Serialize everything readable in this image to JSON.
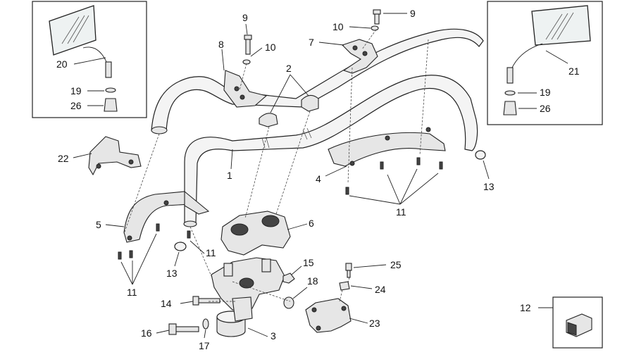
{
  "diagram": {
    "labels": {
      "l1": "1",
      "l2": "2",
      "l3": "3",
      "l4": "4",
      "l5": "5",
      "l6": "6",
      "l7": "7",
      "l8": "8",
      "l9a": "9",
      "l9b": "9",
      "l10a": "10",
      "l10b": "10",
      "l11a": "11",
      "l11b": "11",
      "l11c": "11",
      "l12": "12",
      "l13a": "13",
      "l13b": "13",
      "l14": "14",
      "l15": "15",
      "l16": "16",
      "l17": "17",
      "l18": "18",
      "l19a": "19",
      "l19b": "19",
      "l20": "20",
      "l21": "21",
      "l22": "22",
      "l23": "23",
      "l24": "24",
      "l25": "25",
      "l26a": "26",
      "l26b": "26"
    }
  }
}
